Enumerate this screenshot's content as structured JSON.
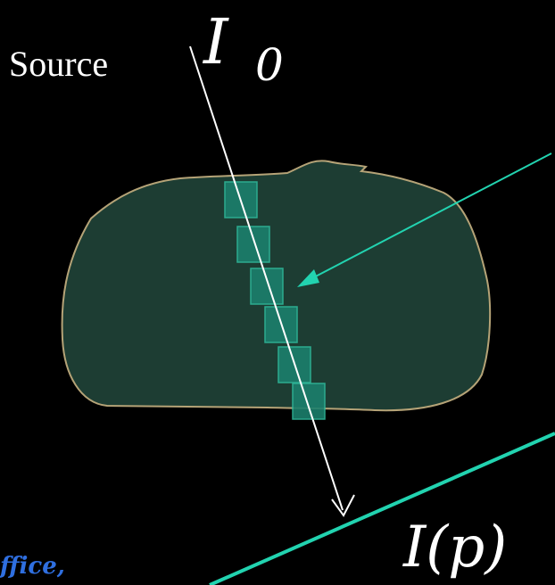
{
  "labels": {
    "source": "Source",
    "intensity_initial_symbol": "I",
    "intensity_initial_subscript": "0",
    "intensity_projection": "I(p)",
    "footer_fragment": "ffice,"
  },
  "colors": {
    "background": "#000000",
    "object_fill": "#1d3d33",
    "object_outline": "#b5a377",
    "voxel_fill": "#1b7f6c",
    "voxel_stroke": "#2fb89a",
    "accent_line": "#22d3b0",
    "ray": "#ffffff",
    "footer_text": "#2f6fe0"
  },
  "icons": {
    "ray_arrowhead": "arrow-down-icon",
    "pointer_arrowhead": "arrow-left-icon"
  }
}
